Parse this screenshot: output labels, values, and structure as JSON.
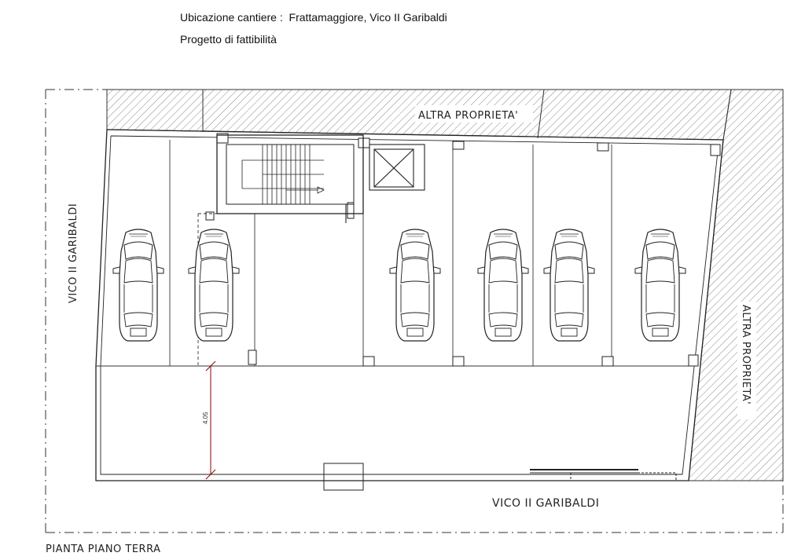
{
  "header": {
    "site_location": "Ubicazione cantiere :  Frattamaggiore, Vico II Garibaldi",
    "project_phase": "Progetto di fattibilità"
  },
  "plan": {
    "label_top_neighbor": "ALTRA PROPRIETA'",
    "label_right_neighbor": "ALTRA PROPRIETA'",
    "label_left_street": "VICO II GARIBALDI",
    "label_bottom_street": "VICO II GARIBALDI",
    "dimension_value": "4.05",
    "caption": "PIANTA PIANO TERRA",
    "car_count": 6
  }
}
